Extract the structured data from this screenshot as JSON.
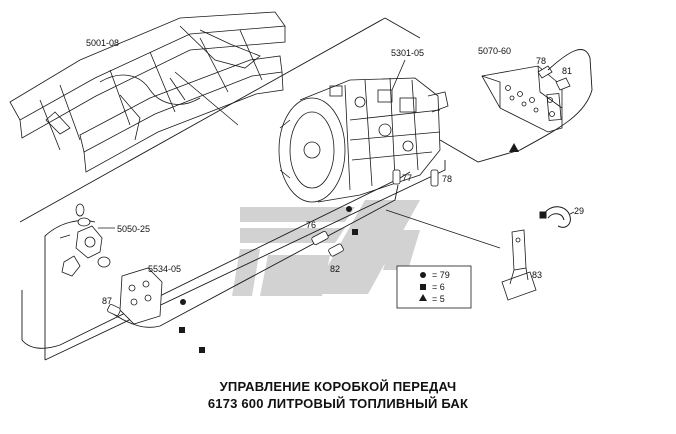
{
  "part_labels": {
    "frame": "5001-08",
    "gearbox": "5301-05",
    "manifold": "5070-60",
    "c78a": "78",
    "c81": "81",
    "c77": "77",
    "c78b": "78",
    "c76": "76",
    "c82": "82",
    "valve": "5050-25",
    "c29": "29",
    "c83": "83",
    "block": "5534-05",
    "c87": "87"
  },
  "legend": [
    {
      "symbol": "●",
      "text": "= 79"
    },
    {
      "symbol": "■",
      "text": "= 6"
    },
    {
      "symbol": "▲",
      "text": "= 5"
    }
  ],
  "caption": {
    "line1": "УПРАВЛЕНИЕ КОРОБКОЙ ПЕРЕДАЧ",
    "line2": "6173  600 ЛИТРОВЫЙ ТОПЛИВНЫЙ БАК"
  },
  "colors": {
    "line": "#1a1a1a",
    "watermark": "#c9c9c9"
  }
}
